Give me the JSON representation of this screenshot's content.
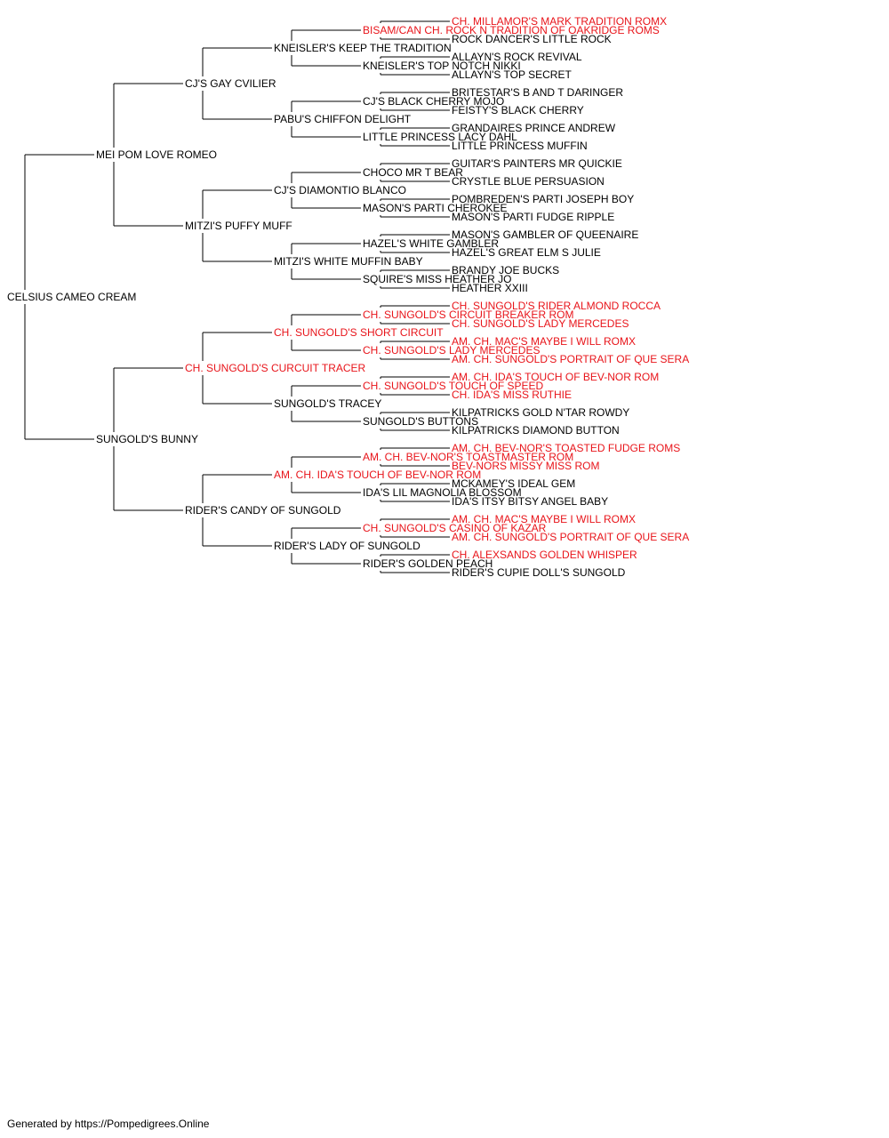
{
  "pedigree": {
    "subject": {
      "name": "CELSIUS CAMEO CREAM",
      "champion": false
    },
    "sire": {
      "name": "MEI POM LOVE ROMEO",
      "champion": false,
      "sire": {
        "name": "CJ'S GAY CVILIER",
        "champion": false,
        "sire": {
          "name": "KNEISLER'S KEEP THE TRADITION",
          "champion": false,
          "sire": {
            "name": "BISAM/CAN CH. ROCK N TRADITION OF OAKRIDGE ROMS",
            "champion": true,
            "sire": {
              "name": "CH. MILLAMOR'S MARK TRADITION ROMX",
              "champion": true
            },
            "dam": {
              "name": "ROCK DANCER'S LITTLE ROCK",
              "champion": false
            }
          },
          "dam": {
            "name": "KNEISLER'S TOP NOTCH NIKKI",
            "champion": false,
            "sire": {
              "name": "ALLAYN'S ROCK REVIVAL",
              "champion": false
            },
            "dam": {
              "name": "ALLAYN'S TOP SECRET",
              "champion": false
            }
          }
        },
        "dam": {
          "name": "PABU'S CHIFFON DELIGHT",
          "champion": false,
          "sire": {
            "name": "CJ'S BLACK CHERRY MOJO",
            "champion": false,
            "sire": {
              "name": "BRITESTAR'S B AND T DARINGER",
              "champion": false
            },
            "dam": {
              "name": "FEISTY'S BLACK CHERRY",
              "champion": false
            }
          },
          "dam": {
            "name": "LITTLE PRINCESS LACY DAHL",
            "champion": false,
            "sire": {
              "name": "GRANDAIRES PRINCE ANDREW",
              "champion": false
            },
            "dam": {
              "name": "LITTLE PRINCESS MUFFIN",
              "champion": false
            }
          }
        }
      },
      "dam": {
        "name": "MITZI'S PUFFY MUFF",
        "champion": false,
        "sire": {
          "name": "CJ'S DIAMONTIO BLANCO",
          "champion": false,
          "sire": {
            "name": "CHOCO MR T BEAR",
            "champion": false,
            "sire": {
              "name": "GUITAR'S PAINTERS MR QUICKIE",
              "champion": false
            },
            "dam": {
              "name": "CRYSTLE BLUE PERSUASION",
              "champion": false
            }
          },
          "dam": {
            "name": "MASON'S PARTI CHEROKEE",
            "champion": false,
            "sire": {
              "name": "POMBREDEN'S PARTI JOSEPH BOY",
              "champion": false
            },
            "dam": {
              "name": "MASON'S PARTI FUDGE RIPPLE",
              "champion": false
            }
          }
        },
        "dam": {
          "name": "MITZI'S WHITE MUFFIN BABY",
          "champion": false,
          "sire": {
            "name": "HAZEL'S WHITE GAMBLER",
            "champion": false,
            "sire": {
              "name": "MASON'S GAMBLER OF QUEENAIRE",
              "champion": false
            },
            "dam": {
              "name": "HAZEL'S GREAT ELM S JULIE",
              "champion": false
            }
          },
          "dam": {
            "name": "SQUIRE'S MISS HEATHER JO",
            "champion": false,
            "sire": {
              "name": "BRANDY JOE BUCKS",
              "champion": false
            },
            "dam": {
              "name": "HEATHER XXIII",
              "champion": false
            }
          }
        }
      }
    },
    "dam": {
      "name": "SUNGOLD'S BUNNY",
      "champion": false,
      "sire": {
        "name": "CH. SUNGOLD'S CURCUIT TRACER",
        "champion": true,
        "sire": {
          "name": "CH. SUNGOLD'S SHORT CIRCUIT",
          "champion": true,
          "sire": {
            "name": "CH. SUNGOLD'S CIRCUIT BREAKER ROM",
            "champion": true,
            "sire": {
              "name": "CH. SUNGOLD'S RIDER ALMOND ROCCA",
              "champion": true
            },
            "dam": {
              "name": "CH. SUNGOLD'S LADY MERCEDES",
              "champion": true
            }
          },
          "dam": {
            "name": "CH. SUNGOLD'S LADY MERCEDES",
            "champion": true,
            "sire": {
              "name": "AM. CH. MAC'S MAYBE I WILL ROMX",
              "champion": true
            },
            "dam": {
              "name": "AM. CH. SUNGOLD'S PORTRAIT OF QUE SERA",
              "champion": true
            }
          }
        },
        "dam": {
          "name": "SUNGOLD'S TRACEY",
          "champion": false,
          "sire": {
            "name": "CH. SUNGOLD'S TOUCH OF SPEED",
            "champion": true,
            "sire": {
              "name": "AM. CH. IDA'S TOUCH OF BEV-NOR ROM",
              "champion": true
            },
            "dam": {
              "name": "CH. IDA'S MISS RUTHIE",
              "champion": true
            }
          },
          "dam": {
            "name": "SUNGOLD'S BUTTONS",
            "champion": false,
            "sire": {
              "name": "KILPATRICKS GOLD N'TAR ROWDY",
              "champion": false
            },
            "dam": {
              "name": "KILPATRICKS DIAMOND BUTTON",
              "champion": false
            }
          }
        }
      },
      "dam": {
        "name": "RIDER'S CANDY OF SUNGOLD",
        "champion": false,
        "sire": {
          "name": "AM. CH. IDA'S TOUCH OF BEV-NOR ROM",
          "champion": true,
          "sire": {
            "name": "AM. CH. BEV-NOR'S TOASTMASTER ROM",
            "champion": true,
            "sire": {
              "name": "AM. CH. BEV-NOR'S TOASTED FUDGE ROMS",
              "champion": true
            },
            "dam": {
              "name": "BEV-NORS MISSY MISS ROM",
              "champion": true
            }
          },
          "dam": {
            "name": "IDA'S LIL MAGNOLIA BLOSSOM",
            "champion": false,
            "sire": {
              "name": "MCKAMEY'S IDEAL GEM",
              "champion": false
            },
            "dam": {
              "name": "IDA'S ITSY BITSY ANGEL BABY",
              "champion": false
            }
          }
        },
        "dam": {
          "name": "RIDER'S LADY OF SUNGOLD",
          "champion": false,
          "sire": {
            "name": "CH. SUNGOLD'S CASINO OF KAZAR",
            "champion": true,
            "sire": {
              "name": "AM. CH. MAC'S MAYBE I WILL ROMX",
              "champion": true
            },
            "dam": {
              "name": "AM. CH. SUNGOLD'S PORTRAIT OF QUE SERA",
              "champion": true
            }
          },
          "dam": {
            "name": "RIDER'S GOLDEN PEACH",
            "champion": false,
            "sire": {
              "name": "CH. ALEXSANDS GOLDEN WHISPER",
              "champion": true
            },
            "dam": {
              "name": "RIDER'S CUPIE DOLL'S SUNGOLD",
              "champion": false
            }
          }
        }
      }
    }
  },
  "colors": {
    "champion": "#e8141a",
    "normal": "#000000",
    "line": "#000000"
  },
  "footer": {
    "text": "Generated by https://Pompedigrees.Online"
  }
}
